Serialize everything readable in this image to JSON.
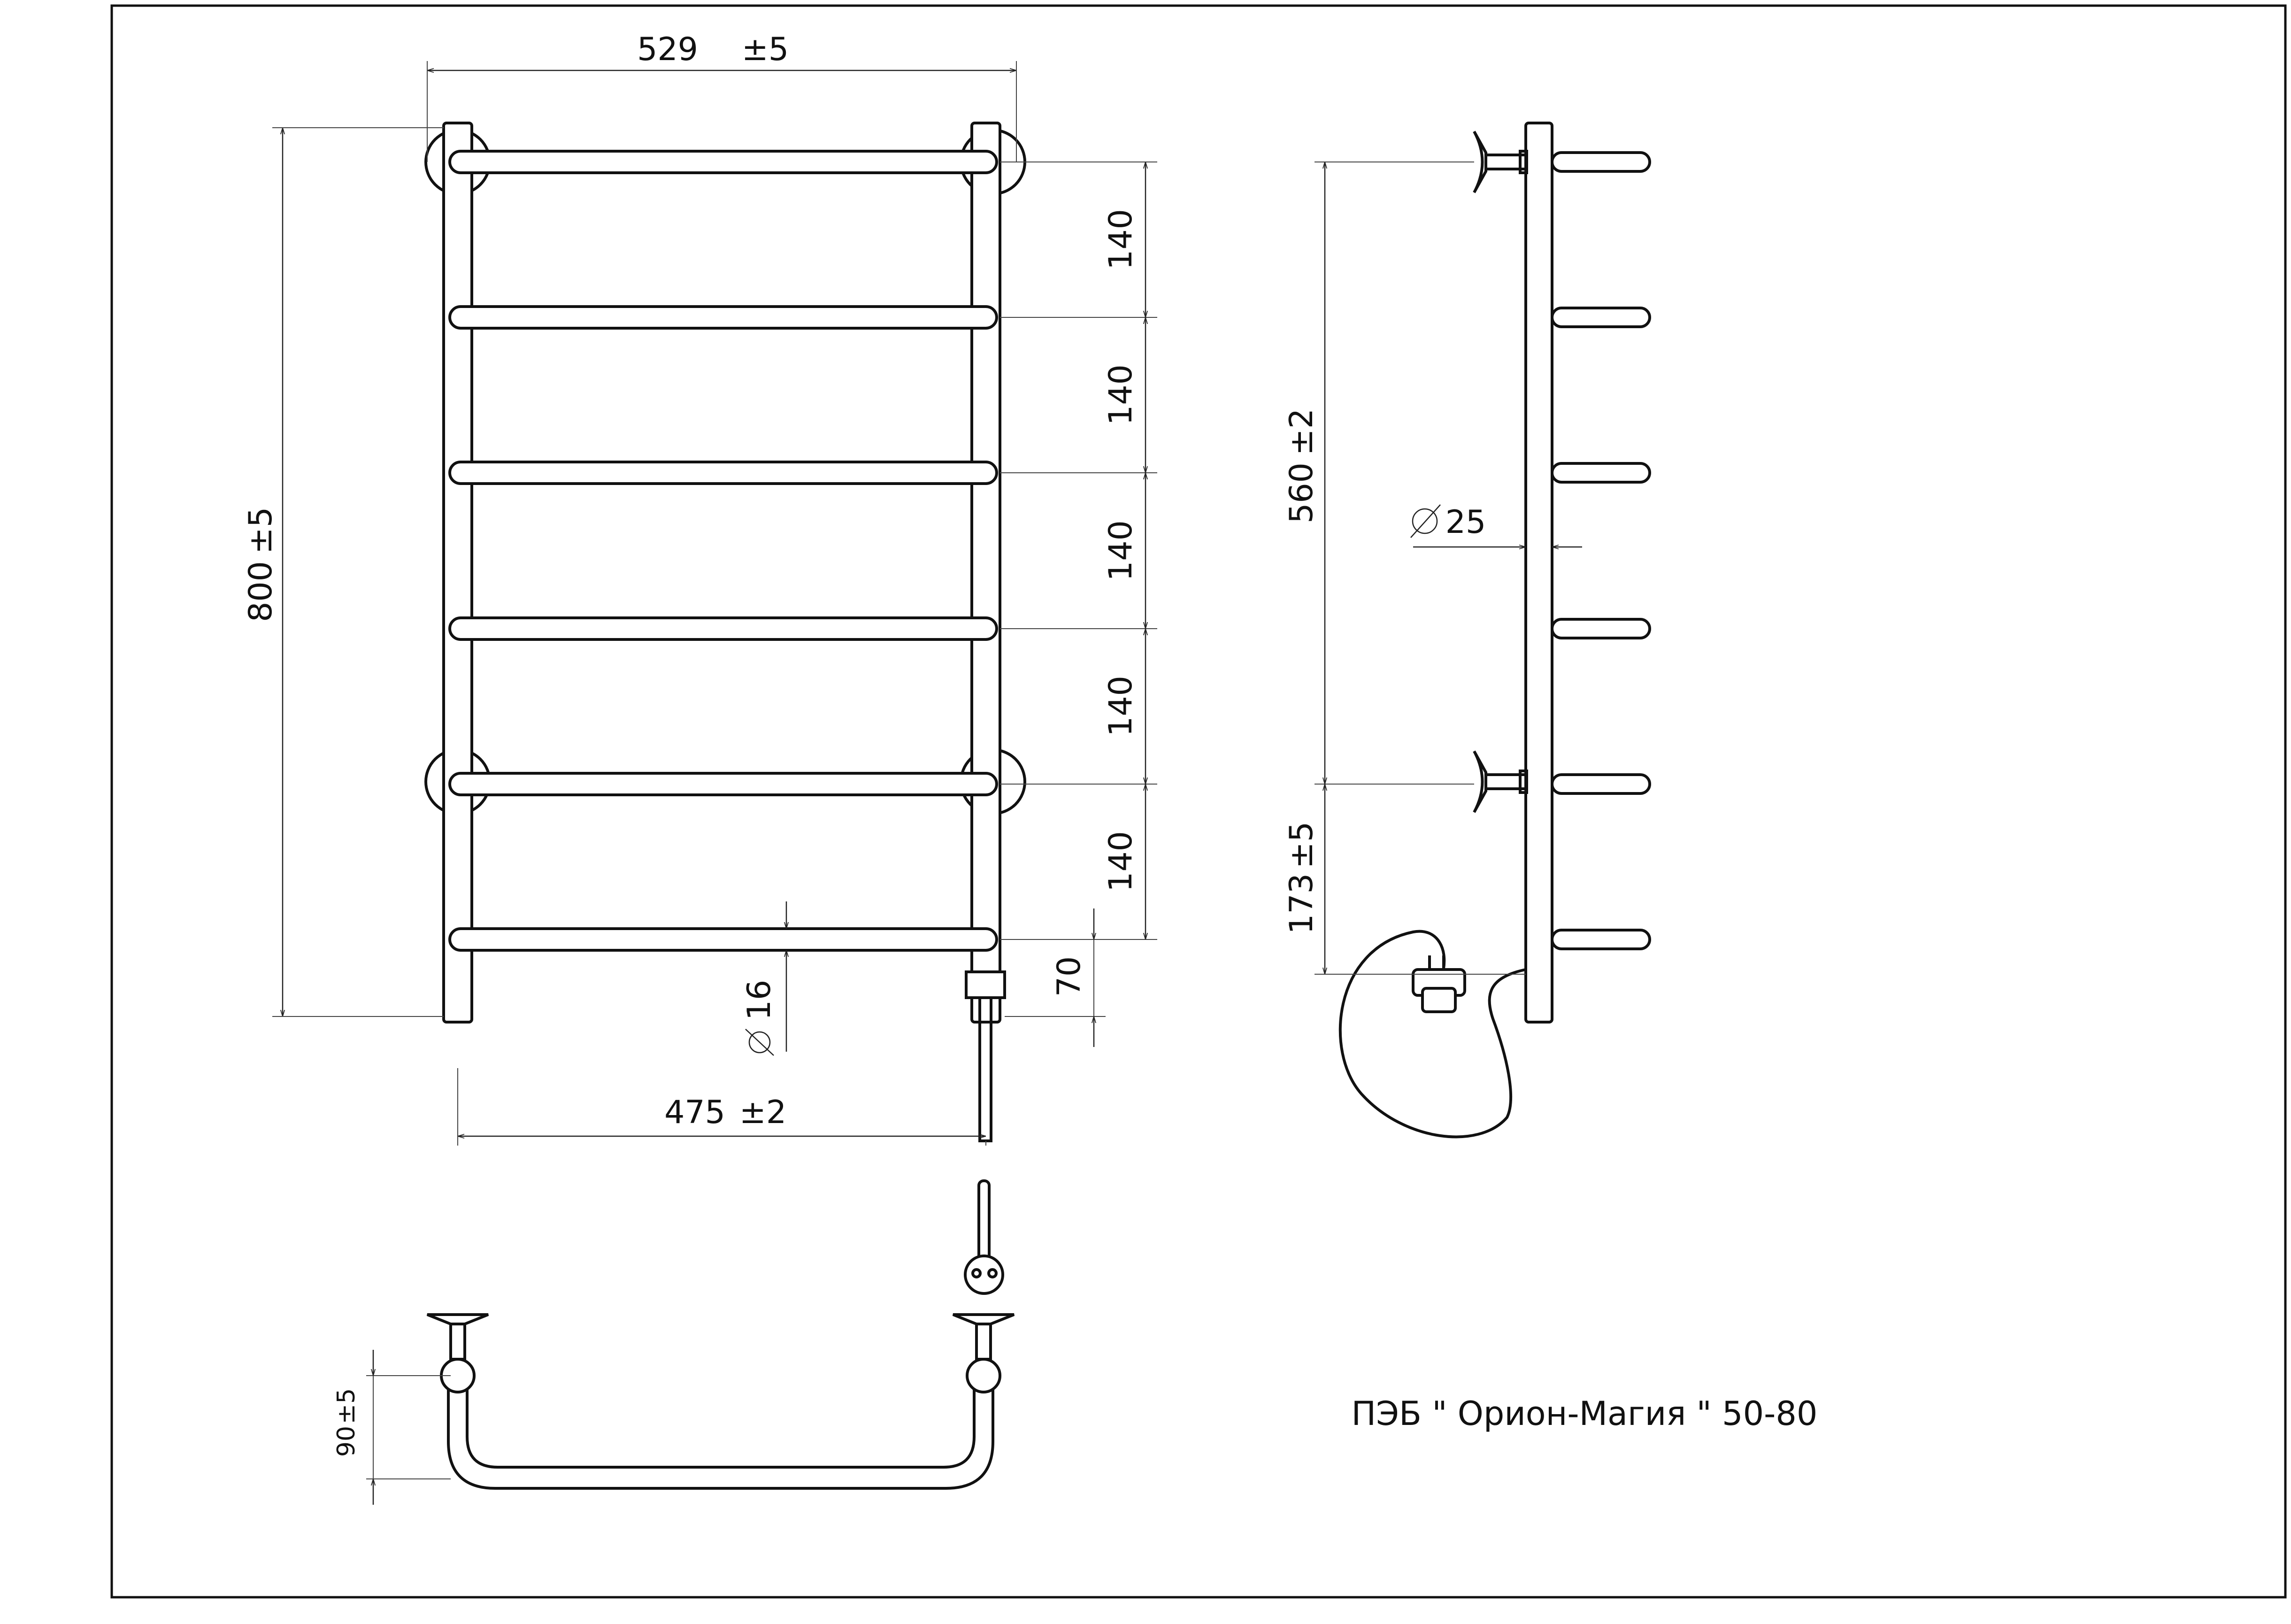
{
  "drawing": {
    "title": "ПЭБ \" Орион-Магия \" 50-80",
    "front_view": {
      "width_label": "529",
      "width_tol": "±5",
      "height_label": "800",
      "height_tol": "±5",
      "spacing_labels": [
        "140",
        "140",
        "140",
        "140",
        "140"
      ],
      "bottom_offset_label": "70",
      "bar_diameter_label": "16",
      "axis_width_label": "475",
      "axis_width_tol": "±2",
      "rung_count": 6
    },
    "side_view": {
      "mount_spacing_label": "560",
      "mount_spacing_tol": "±2",
      "bottom_mount_label": "173",
      "bottom_mount_tol": "±5",
      "pipe_diameter_label": "25"
    },
    "top_view": {
      "depth_label": "90",
      "depth_tol": "±5"
    },
    "symbols": {
      "diameter": "⌀"
    }
  }
}
